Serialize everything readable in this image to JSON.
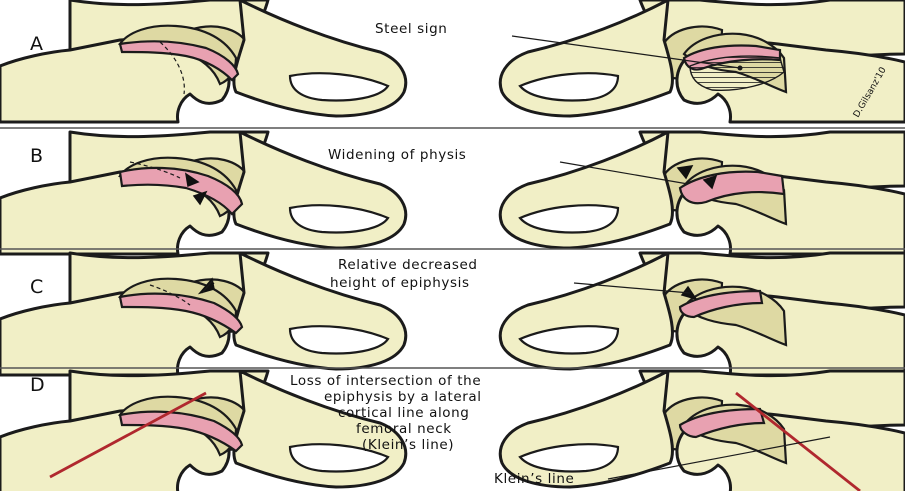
{
  "panels": [
    {
      "letter": "A",
      "label_lines": [
        "Steel sign"
      ]
    },
    {
      "letter": "B",
      "label_lines": [
        "Widening of physis"
      ]
    },
    {
      "letter": "C",
      "label_lines": [
        "Relative decreased",
        "height of epiphysis"
      ]
    },
    {
      "letter": "D",
      "label_lines": [
        "Loss of intersection of the",
        "epiphysis by a lateral",
        "cortical line along",
        "femoral neck",
        "(Klein’s line)"
      ],
      "extra_label": "Klein’s line"
    }
  ],
  "signature": "D.Gilsanz'10",
  "colors": {
    "bone": "#f1efc6",
    "cartilage": "#ded9a3",
    "physis": "#e8a1b1",
    "klein_line": "#b0282e",
    "outline": "#1b1b1b"
  }
}
